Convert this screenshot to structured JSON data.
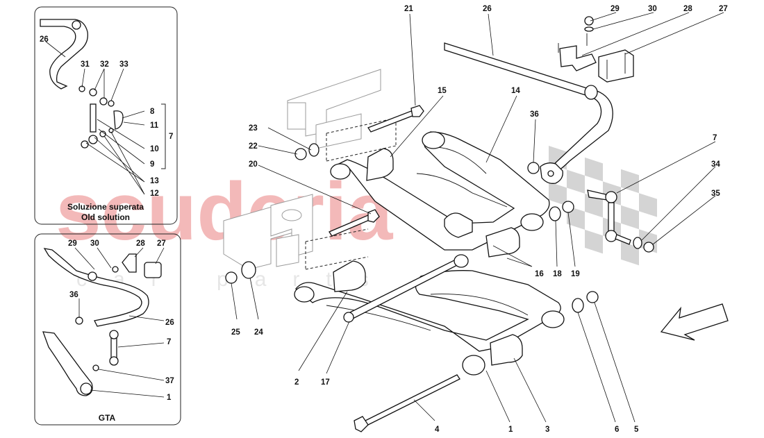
{
  "watermark": {
    "brand": "scuderia",
    "sub": "car parts"
  },
  "inset_old": {
    "caption_it": "Soluzione superata",
    "caption_en": "Old solution",
    "labels": [
      "26",
      "31",
      "32",
      "33",
      "8",
      "11",
      "7",
      "10",
      "9",
      "13",
      "12"
    ]
  },
  "inset_gta": {
    "caption": "GTA",
    "labels": [
      "29",
      "30",
      "28",
      "27",
      "36",
      "26",
      "7",
      "37",
      "1"
    ]
  },
  "main_labels": [
    "21",
    "26",
    "29",
    "30",
    "28",
    "27",
    "15",
    "14",
    "36",
    "23",
    "22",
    "20",
    "7",
    "34",
    "35",
    "16",
    "18",
    "19",
    "25",
    "24",
    "2",
    "17",
    "4",
    "1",
    "3",
    "6",
    "5"
  ],
  "colors": {
    "line": "#111111",
    "watermark": "#f3b9b9",
    "ghost": "#9a9a9a"
  }
}
